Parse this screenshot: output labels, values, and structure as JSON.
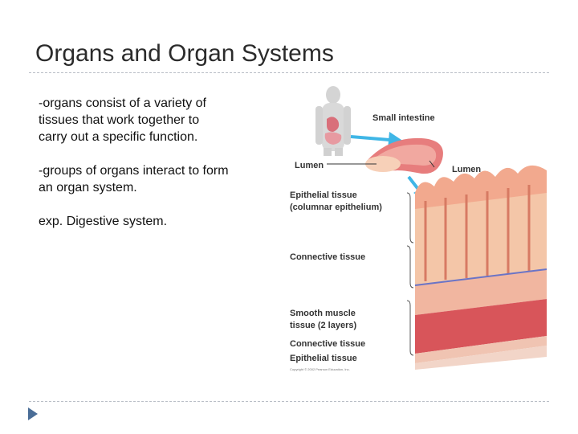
{
  "slide": {
    "title": "Organs and Organ Systems",
    "paragraphs": [
      "-organs consist of a variety of tissues that work together to carry out a specific function.",
      "-groups of organs interact to form an organ system.",
      "exp. Digestive system."
    ]
  },
  "figure": {
    "labels": {
      "small_intestine": "Small intestine",
      "lumen_left": "Lumen",
      "lumen_right": "Lumen",
      "epithelial_1": "Epithelial tissue",
      "epithelial_1_sub": "(columnar epithelium)",
      "connective_1": "Connective tissue",
      "smooth_muscle": "Smooth muscle",
      "smooth_muscle_sub": "tissue (2 layers)",
      "connective_2": "Connective tissue",
      "epithelial_2": "Epithelial tissue",
      "copyright": "Copyright © 2002 Pearson Education, Inc."
    }
  },
  "colors": {
    "accent_arrow": "#3fb6e6",
    "nav_arrow": "#4a6d97",
    "rule": "#b9bec6"
  }
}
